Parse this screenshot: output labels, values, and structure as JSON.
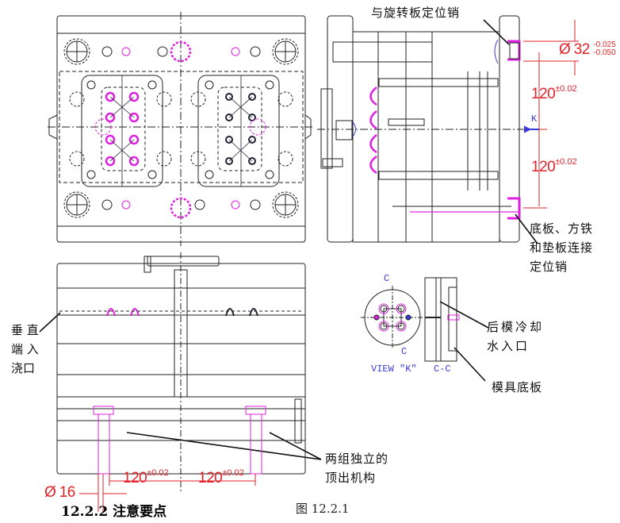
{
  "figure": {
    "caption": "图 12.2.1",
    "section_heading": "12.2.2 注意要点",
    "colors": {
      "outline": "#222222",
      "dimension": "#e0242a",
      "highlight": "#e020e0",
      "annotation": "#3a3ad8"
    }
  },
  "annotations": {
    "rotate_plate_pin": "与旋转板定位销",
    "base_plate_pin": "底板、方铁\n和垫板连接\n定位销",
    "vertical_gate": "垂 直\n端 入\n浇口",
    "cooling_inlet": "后模冷却\n水入口",
    "mold_base_plate": "模具底板",
    "ejection_mechanism": "两组独立的\n顶出机构"
  },
  "dimensions": {
    "pin_diameter": {
      "symbol": "Ø",
      "value": "32",
      "upper_tol": "-0.025",
      "lower_tol": "-0.050"
    },
    "pitch_upper": {
      "value": "120",
      "tol": "±0.02"
    },
    "pitch_lower": {
      "value": "120",
      "tol": "±0.02"
    },
    "ejector_left": {
      "value": "120",
      "tol": "±0.02"
    },
    "ejector_right": {
      "value": "120",
      "tol": "±0.02"
    },
    "ejector_diameter": {
      "symbol": "Ø",
      "value": "16"
    }
  },
  "view_labels": {
    "view_k": "VIEW \"K\"",
    "section_cc": "C-C",
    "k_marker": "K",
    "c_marker": "C"
  }
}
